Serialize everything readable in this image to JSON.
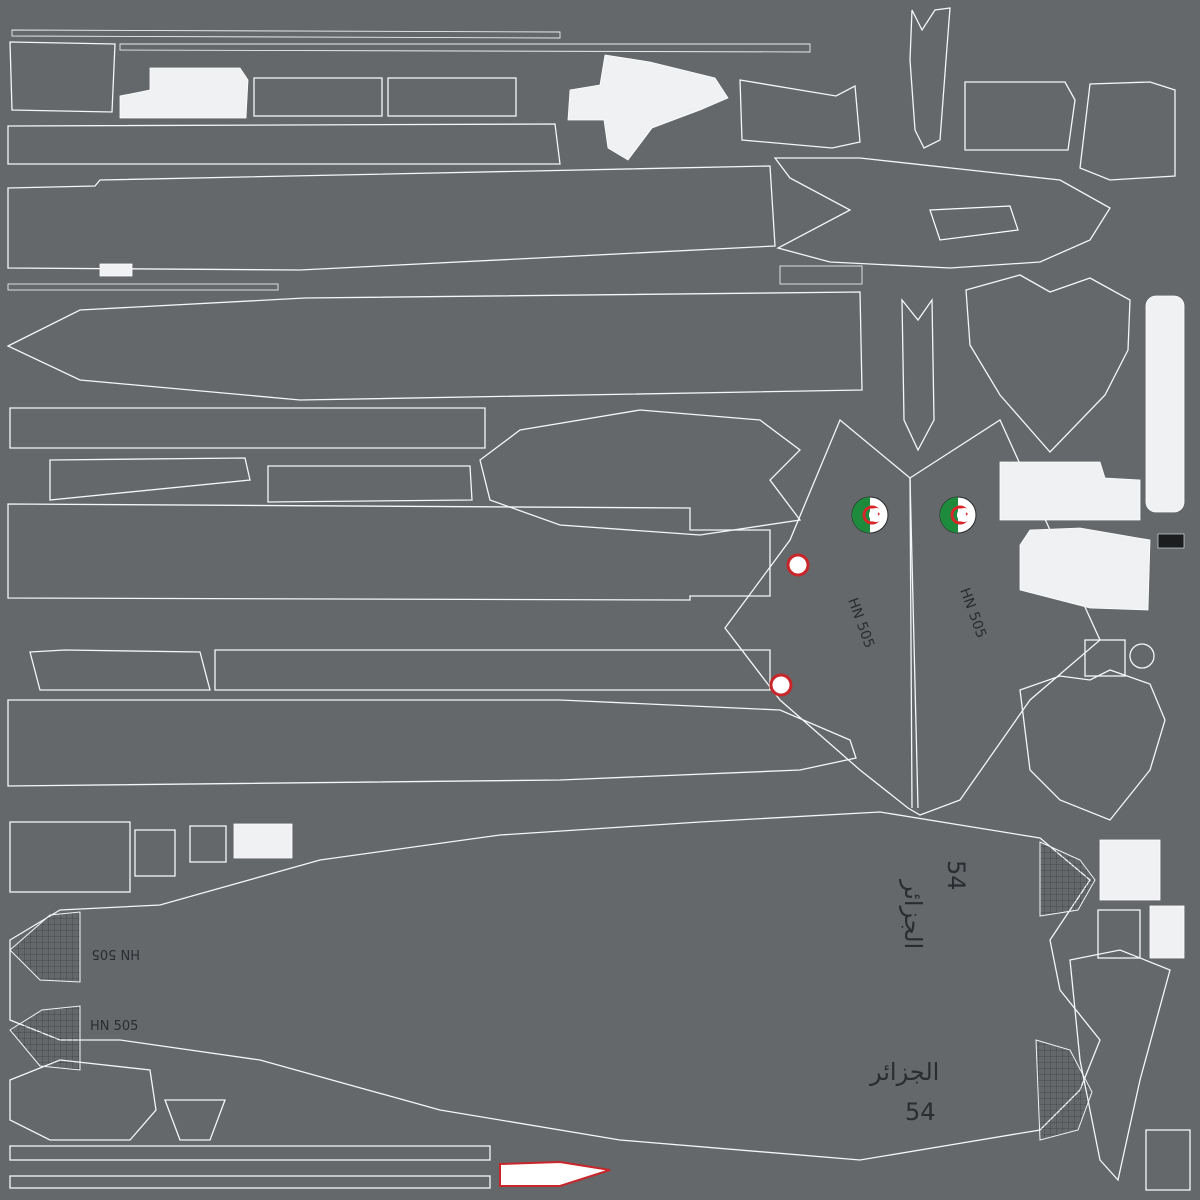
{
  "texture": {
    "background_color": "#64686b",
    "wire_color": "#e9ecee",
    "flag_green": "#1e8a3c",
    "flag_red": "#d8262a"
  },
  "markings": {
    "serial_a": "HN 505",
    "serial_b": "HN 505",
    "tail_code_a": "HN 505",
    "tail_code_b": "HN 505",
    "arabic_a": "الجزائر",
    "arabic_b": "الجزائر",
    "number_a": "54",
    "number_b": "54"
  }
}
